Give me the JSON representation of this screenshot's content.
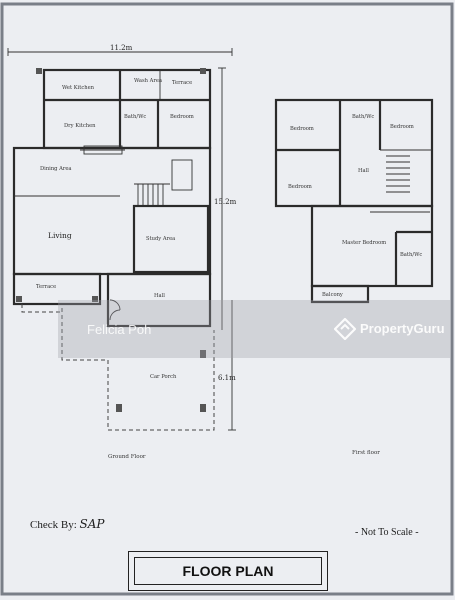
{
  "sheet_title": "FLOOR PLAN",
  "check_by_label": "Check By:",
  "check_by_signature": "SAP",
  "scale_note": "- Not To Scale -",
  "watermark": {
    "name": "Felicia Poh",
    "brand": "PropertyGuru"
  },
  "dimensions": {
    "width": "11.2m",
    "depth": "15.2m",
    "porch": "6.1m"
  },
  "ground_floor": {
    "caption": "Ground Floor",
    "rooms": {
      "wet_kitchen": "Wet Kitchen",
      "wash_area": "Wash Area",
      "terrace_top": "Terrace",
      "dry_kitchen": "Dry Kitchen",
      "bath_wc": "Bath/Wc",
      "bedroom": "Bedroom",
      "dining": "Dining Area",
      "living": "Living",
      "study": "Study Area",
      "terrace": "Terrace",
      "hall": "Hall",
      "car_porch": "Car Porch"
    }
  },
  "first_floor": {
    "caption": "First floor",
    "rooms": {
      "bedroom_1": "Bedroom",
      "bath_wc_1": "Bath/Wc",
      "bedroom_2": "Bedroom",
      "bedroom_3": "Bedroom",
      "hall": "Hall",
      "master": "Master Bedroom",
      "bath_wc_2": "Bath/Wc",
      "balcony": "Balcony"
    }
  },
  "colors": {
    "paper": "#eceef2",
    "ink": "#2b2b2b",
    "border": "#8e939c"
  }
}
